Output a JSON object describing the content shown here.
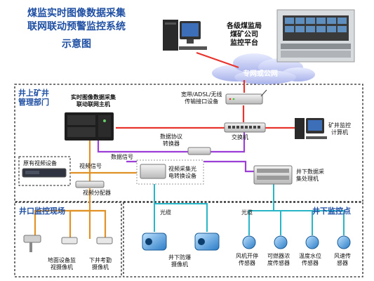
{
  "title": {
    "line1": "煤监实时图像数据采集",
    "line2": "联网联动预警监控系统",
    "line3": "示意图"
  },
  "regulator": {
    "line1": "各级煤监局",
    "line2": "煤矿公司",
    "line3": "监控平台"
  },
  "cloud_label": "专网或公网",
  "interface_device": {
    "line1": "宽带/ADSL/无线",
    "line2": "传输接口设备"
  },
  "main_host": {
    "line1": "实时图像数据采集",
    "line2": "联动联网主机"
  },
  "switch_label": "交换机",
  "mine_computer": {
    "line1": "矿井监控",
    "line2": "计算机"
  },
  "protocol_converter": {
    "line1": "数据协议",
    "line2": "转换器"
  },
  "data_signal": "数据信号",
  "video_signal": "视频信号",
  "video_distributor": "视频分配器",
  "original_video": "原有视频设备",
  "video_optical": {
    "line1": "视频采集光",
    "line2": "电转换设备"
  },
  "underground_processor": {
    "line1": "井下数据采",
    "line2": "集处理机"
  },
  "regions": {
    "surface": {
      "line1": "井上矿井",
      "line2": "管理部门"
    },
    "pithead": "井口监控现场",
    "underground": "井下监控点"
  },
  "fiber1": "光缆",
  "fiber2": "光缆",
  "explosion_camera": {
    "line1": "井下防爆",
    "line2": "摄像机"
  },
  "surface_camera": {
    "line1": "地面设备监",
    "line2": "视摄像机"
  },
  "attendance_camera": {
    "line1": "下井考勤",
    "line2": "摄像机"
  },
  "sensors": [
    {
      "line1": "风机开停",
      "line2": "传感器"
    },
    {
      "line1": "可燃器浓",
      "line2": "度传感器"
    },
    {
      "line1": "温度水位",
      "line2": "传感器"
    },
    {
      "line1": "风速传",
      "line2": "感器"
    }
  ]
}
